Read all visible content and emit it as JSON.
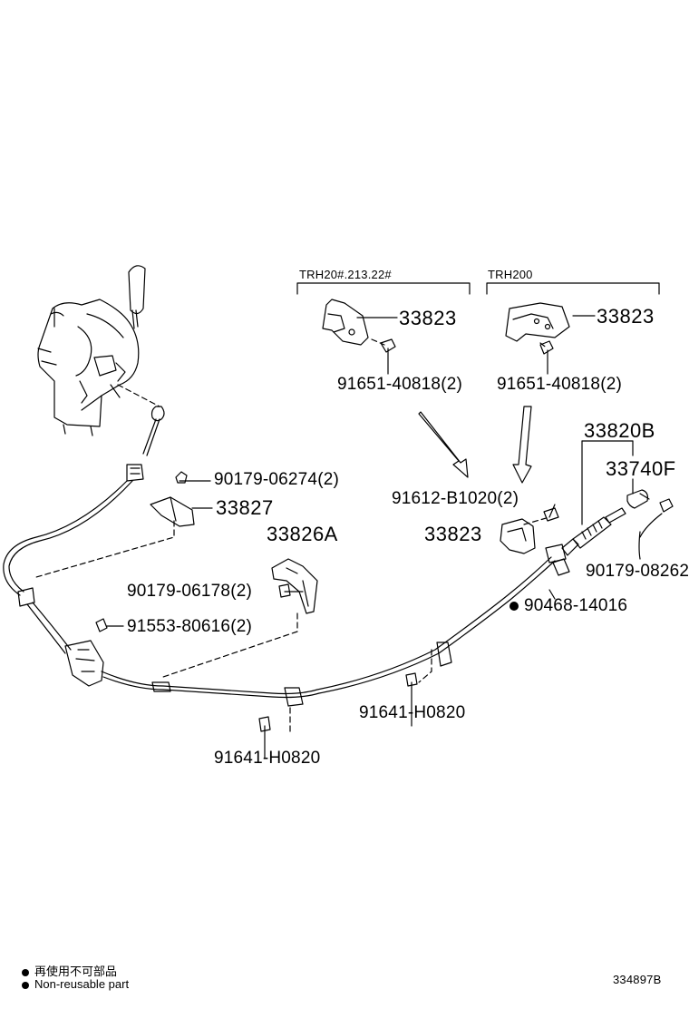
{
  "variants": {
    "left_header": "TRH20#.213.22#",
    "right_header": "TRH200"
  },
  "parts": {
    "bracket_left": "33823",
    "bolt_left": "91651-40818(2)",
    "bracket_right": "33823",
    "bolt_right": "91651-40818(2)",
    "cable_assy": "33820B",
    "cable_end": "33740F",
    "bolt_b1020": "91612-B1020(2)",
    "bracket_center": "33823",
    "nut_08262": "90179-08262",
    "clip_14016": "90468-14016",
    "nut_06274": "90179-06274(2)",
    "clamp_33827": "33827",
    "bracket_33826a": "33826A",
    "nut_06178": "90179-06178(2)",
    "bolt_80616": "91553-80616(2)",
    "bolt_h0820_right": "91641-H0820",
    "bolt_h0820_bottom": "91641-H0820"
  },
  "legend": {
    "jp": "再使用不可部品",
    "en": "Non-reusable part"
  },
  "figure_id": "334897B"
}
